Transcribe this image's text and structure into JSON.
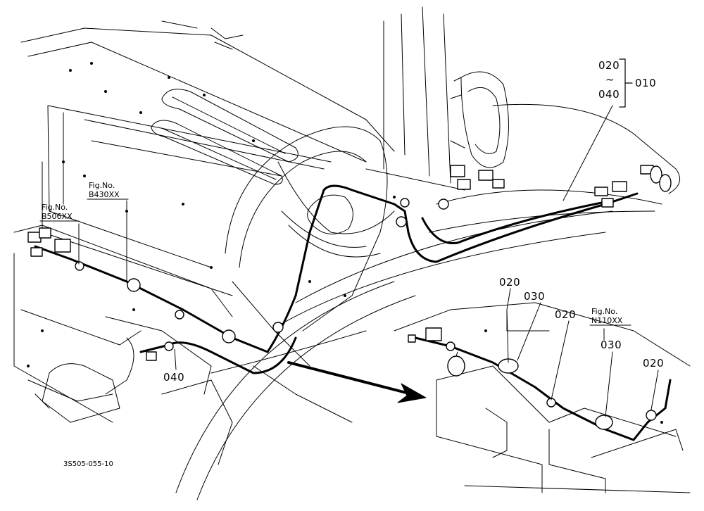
{
  "callouts": {
    "range_top": "020",
    "range_sep": "~",
    "range_bottom": "040",
    "assembly": "010",
    "harness_040_left": "040",
    "detail_020_a": "020",
    "detail_030_a": "030",
    "detail_020_b": "020",
    "detail_030_b": "030",
    "detail_020_c": "020"
  },
  "figure_refs": {
    "b430": {
      "line1": "Fig.No.",
      "line2": "B430XX"
    },
    "b506": {
      "line1": "Fig.No.",
      "line2": "B506XX"
    },
    "n110": {
      "line1": "Fig.No.",
      "line2": "N110XX"
    }
  },
  "drawing_code": "3S505-055-10"
}
